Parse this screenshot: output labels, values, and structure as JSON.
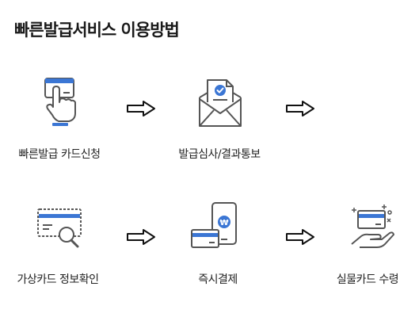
{
  "title": "빠른발급서비스 이용방법",
  "colors": {
    "accent": "#3b76d4",
    "stroke": "#555555"
  },
  "steps": [
    {
      "label": "빠른발급 카드신청",
      "icon": "hand-card-icon"
    },
    {
      "label": "발급심사/결과통보",
      "icon": "envelope-check-icon"
    },
    {
      "label": "가상카드 정보확인",
      "icon": "card-magnifier-icon"
    },
    {
      "label": "즉시결제",
      "icon": "phone-won-icon"
    },
    {
      "label": "실물카드 수령",
      "icon": "hand-receive-card-icon"
    }
  ]
}
